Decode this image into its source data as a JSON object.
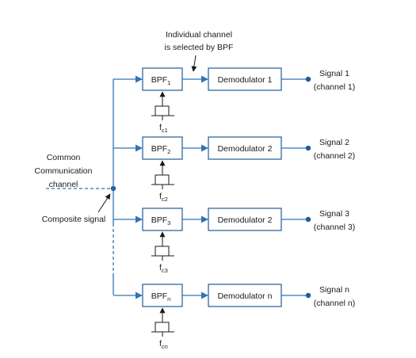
{
  "annotation_top": [
    "Individual channel",
    "is selected by BPF"
  ],
  "common_channel": [
    "Common",
    "Communication",
    "channel"
  ],
  "composite_label": "Composite signal",
  "channels": [
    {
      "bpf": "BPF",
      "bpf_sub": "1",
      "demod": "Demodulator 1",
      "signal": "Signal 1",
      "channel": "(channel 1)",
      "fc": "f",
      "fc_sub": "c1"
    },
    {
      "bpf": "BPF",
      "bpf_sub": "2",
      "demod": "Demodulator 2",
      "signal": "Signal 2",
      "channel": "(channel 2)",
      "fc": "f",
      "fc_sub": "c2"
    },
    {
      "bpf": "BPF",
      "bpf_sub": "3",
      "demod": "Demodulator 2",
      "signal": "Signal 3",
      "channel": "(channel 3)",
      "fc": "f",
      "fc_sub": "c3"
    },
    {
      "bpf": "BPF",
      "bpf_sub": "n",
      "demod": "Demodulator n",
      "signal": "Signal n",
      "channel": "(channel n)",
      "fc": "f",
      "fc_sub": "cn"
    }
  ],
  "colors": {
    "line": "#2e74b5",
    "box": "#1f5c99",
    "text": "#1a1a1a"
  }
}
